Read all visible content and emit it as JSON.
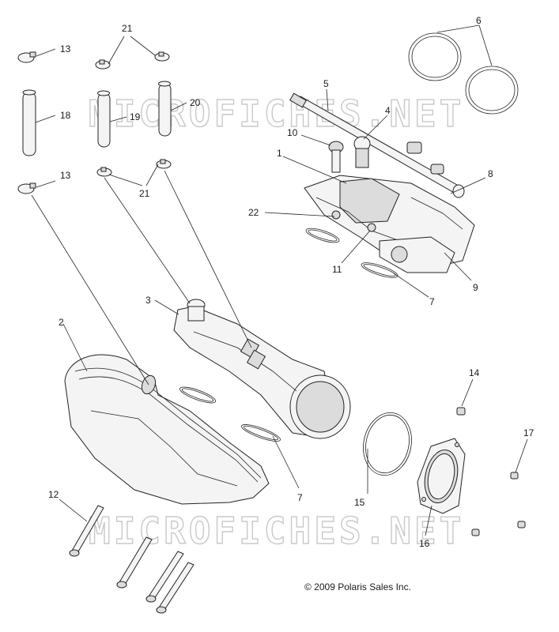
{
  "watermark": "MICROFICHES.NET",
  "copyright": "© 2009 Polaris Sales Inc.",
  "callouts": [
    {
      "id": "c1",
      "label": "1"
    },
    {
      "id": "c2",
      "label": "2"
    },
    {
      "id": "c3",
      "label": "3"
    },
    {
      "id": "c4",
      "label": "4"
    },
    {
      "id": "c5",
      "label": "5"
    },
    {
      "id": "c6",
      "label": "6"
    },
    {
      "id": "c7a",
      "label": "7"
    },
    {
      "id": "c7b",
      "label": "7"
    },
    {
      "id": "c8",
      "label": "8"
    },
    {
      "id": "c9",
      "label": "9"
    },
    {
      "id": "c10",
      "label": "10"
    },
    {
      "id": "c11",
      "label": "11"
    },
    {
      "id": "c12",
      "label": "12"
    },
    {
      "id": "c13a",
      "label": "13"
    },
    {
      "id": "c13b",
      "label": "13"
    },
    {
      "id": "c14",
      "label": "14"
    },
    {
      "id": "c15",
      "label": "15"
    },
    {
      "id": "c16",
      "label": "16"
    },
    {
      "id": "c17",
      "label": "17"
    },
    {
      "id": "c18",
      "label": "18"
    },
    {
      "id": "c19",
      "label": "19"
    },
    {
      "id": "c20",
      "label": "20"
    },
    {
      "id": "c21a",
      "label": "21"
    },
    {
      "id": "c21b",
      "label": "21"
    },
    {
      "id": "c22",
      "label": "22"
    }
  ]
}
